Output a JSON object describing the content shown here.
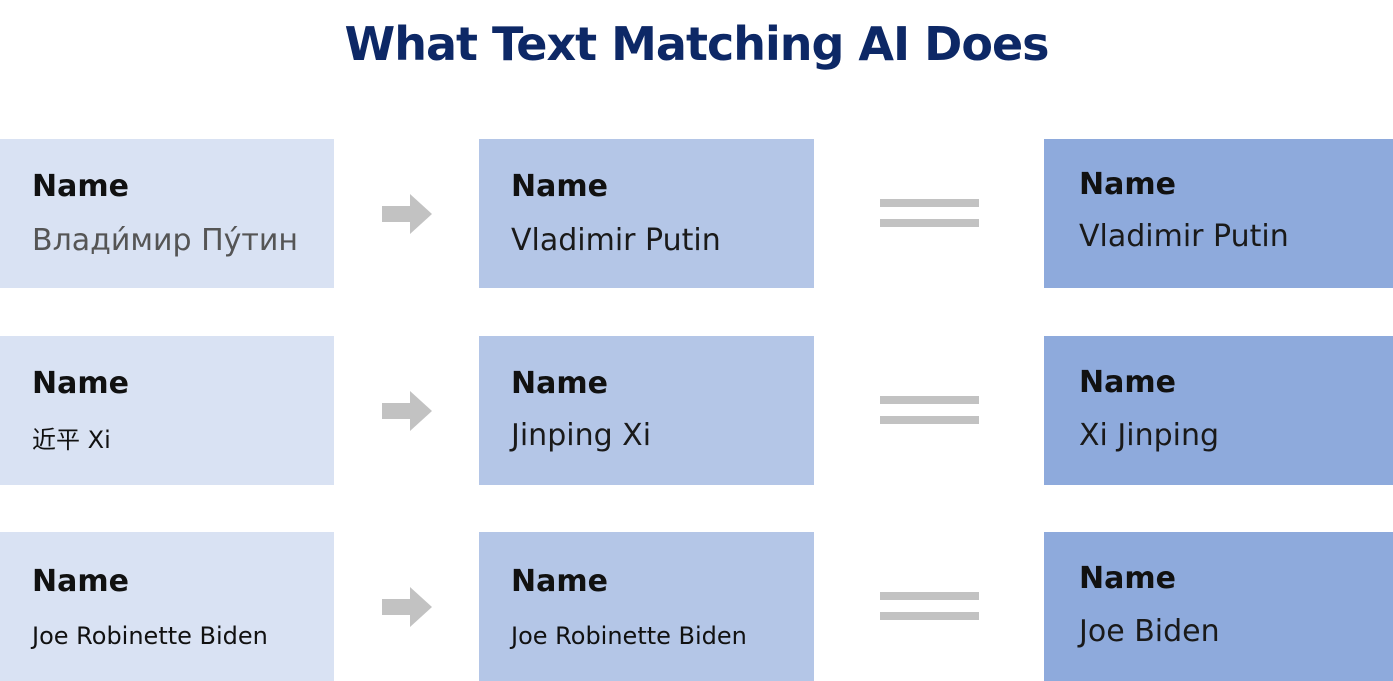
{
  "title": "What Text Matching AI Does",
  "colors": {
    "title": "#0d2866",
    "source_box": "#d9e2f3",
    "normalized_box": "#b4c6e7",
    "matched_box": "#8eaadc",
    "connector": "#c2c2c2"
  },
  "rows": [
    {
      "source": {
        "label": "Name",
        "value": "Влади́мир Пу́тин"
      },
      "normalized": {
        "label": "Name",
        "value": "Vladimir Putin"
      },
      "matched": {
        "label": "Name",
        "value": "Vladimir Putin"
      }
    },
    {
      "source": {
        "label": "Name",
        "value": "近平 Xi"
      },
      "normalized": {
        "label": "Name",
        "value": "Jinping Xi"
      },
      "matched": {
        "label": "Name",
        "value": "Xi Jinping"
      }
    },
    {
      "source": {
        "label": "Name",
        "value": "Joe Robinette Biden"
      },
      "normalized": {
        "label": "Name",
        "value": "Joe Robinette Biden"
      },
      "matched": {
        "label": "Name",
        "value": "Joe Biden"
      }
    }
  ],
  "icons": {
    "transform": "arrow-right-icon",
    "match": "equals-icon"
  }
}
